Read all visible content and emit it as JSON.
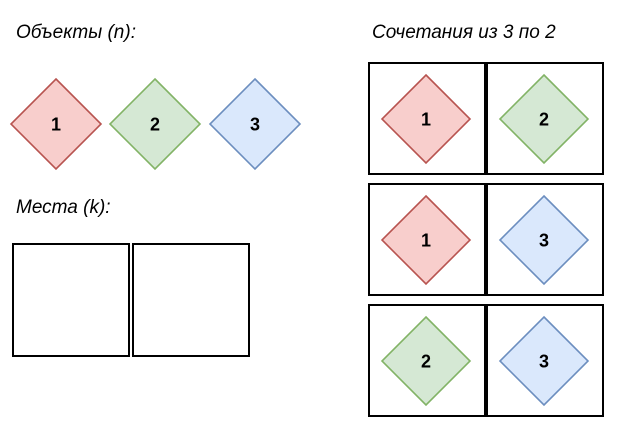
{
  "objects_label": "Объекты (n):",
  "places_label": "Места (k):",
  "combinations_label": "Сочетания из 3 по 2",
  "colors": {
    "red_fill": "#f8cecc",
    "red_stroke": "#b85450",
    "green_fill": "#d5e8d4",
    "green_stroke": "#82b366",
    "blue_fill": "#dae8fc",
    "blue_stroke": "#6c8ebf"
  },
  "objects": [
    {
      "number": "1",
      "color": "red"
    },
    {
      "number": "2",
      "color": "green"
    },
    {
      "number": "3",
      "color": "blue"
    }
  ],
  "places_count": 2,
  "combinations": [
    [
      {
        "number": "1",
        "color": "red"
      },
      {
        "number": "2",
        "color": "green"
      }
    ],
    [
      {
        "number": "1",
        "color": "red"
      },
      {
        "number": "3",
        "color": "blue"
      }
    ],
    [
      {
        "number": "2",
        "color": "green"
      },
      {
        "number": "3",
        "color": "blue"
      }
    ]
  ]
}
